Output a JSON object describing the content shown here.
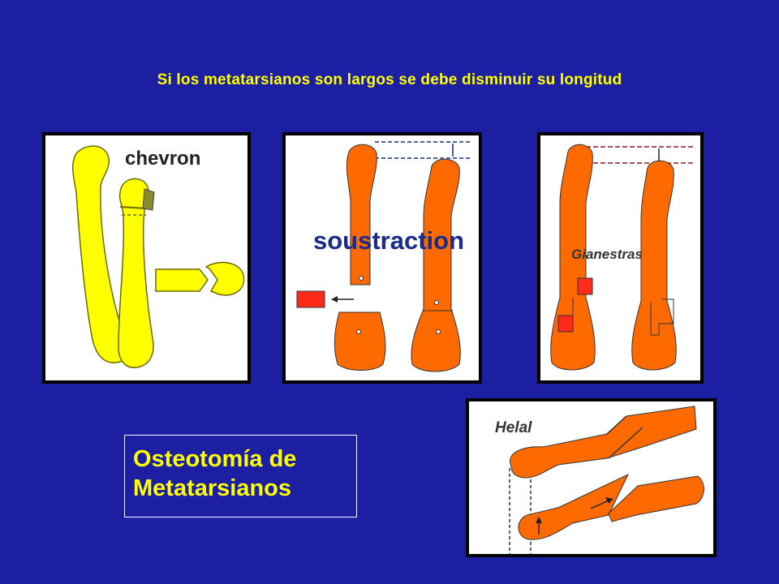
{
  "slide": {
    "header": "Si los metatarsianos son largos se debe disminuir su longitud",
    "title_line1": "Osteotomía de",
    "title_line2": "Metatarsianos"
  },
  "panels": {
    "chevron": {
      "label": "chevron"
    },
    "soustraction": {
      "label": "soustraction"
    },
    "gianestras": {
      "label": "Gianestras"
    },
    "helal": {
      "label": "Helal"
    }
  },
  "colors": {
    "background": "#1d1fa3",
    "text": "#ffff00",
    "bone_yellow": "#ffff00",
    "bone_orange": "#ff6a00",
    "cut_red": "#ff2a1a",
    "guide_blue": "#1a2b8a"
  }
}
